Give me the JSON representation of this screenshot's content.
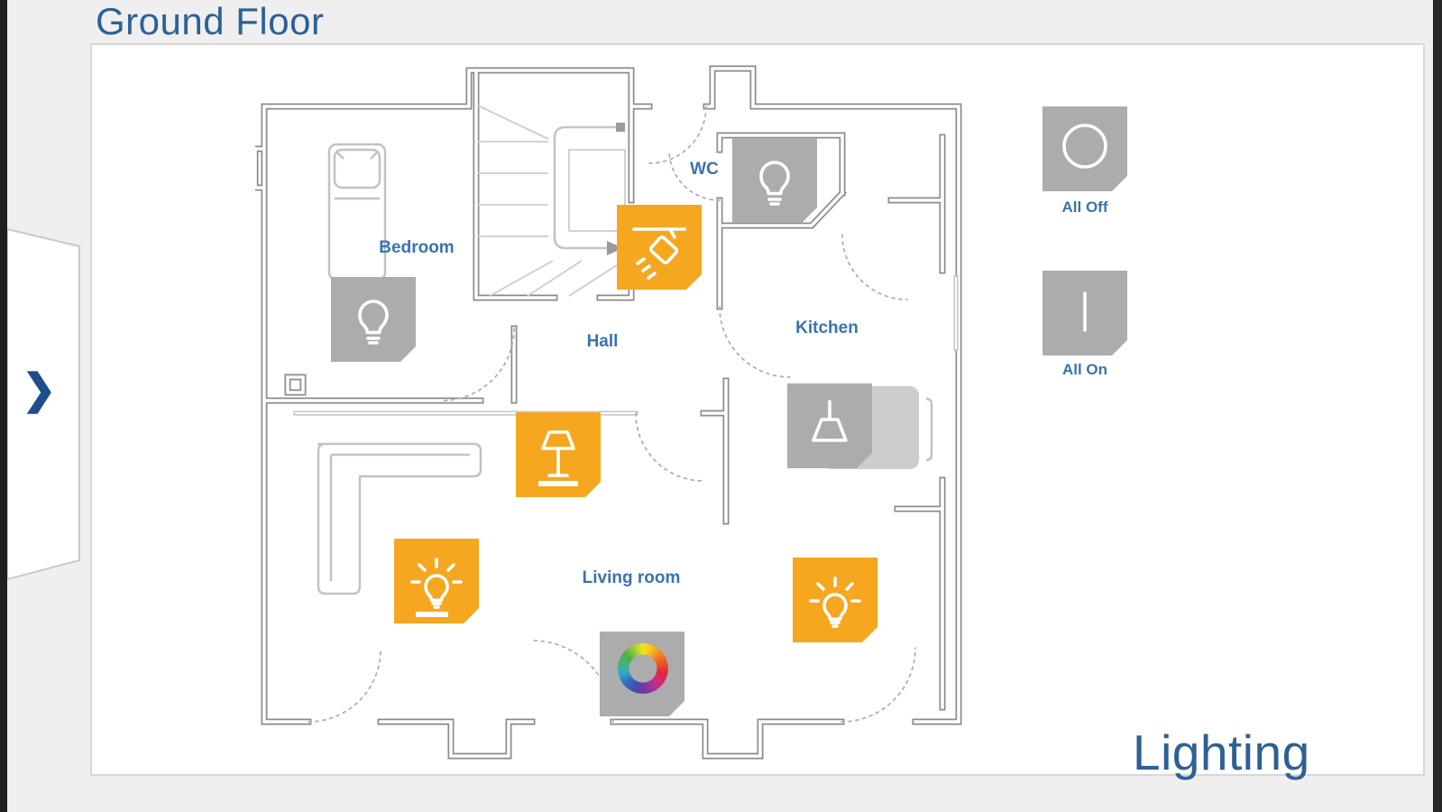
{
  "page": {
    "title": "Ground Floor",
    "category": "Lighting"
  },
  "sidebar": {
    "expand_glyph": "❯"
  },
  "rooms": {
    "bedroom": "Bedroom",
    "hall": "Hall",
    "wc": "WC",
    "kitchen": "Kitchen",
    "living": "Living room"
  },
  "actions": {
    "all_off": "All Off",
    "all_on": "All On"
  },
  "lights": [
    {
      "name": "bedroom-ceiling-light",
      "room": "Bedroom",
      "icon": "bulb-icon",
      "state": "off"
    },
    {
      "name": "wc-light",
      "room": "WC",
      "icon": "bulb-icon",
      "state": "off"
    },
    {
      "name": "stairs-spotlight",
      "room": "Hall",
      "icon": "spotlight-icon",
      "state": "on"
    },
    {
      "name": "hall-floor-lamp",
      "room": "Hall",
      "icon": "floor-lamp-icon",
      "state": "on",
      "dimmable": true
    },
    {
      "name": "kitchen-pendant-light",
      "room": "Kitchen",
      "icon": "pendant-lamp-icon",
      "state": "off"
    },
    {
      "name": "living-room-lamp-left",
      "room": "Living room",
      "icon": "glowing-bulb-icon",
      "state": "on",
      "dimmable": true
    },
    {
      "name": "living-room-lamp-right",
      "room": "Living room",
      "icon": "glowing-bulb-icon",
      "state": "on"
    },
    {
      "name": "living-room-color-light",
      "room": "Living room",
      "icon": "color-wheel-icon",
      "state": "off"
    }
  ],
  "colors": {
    "accent_orange": "#F5A71F",
    "inactive_gray": "#ACACAC",
    "label_blue": "#3A73AE",
    "heading_blue": "#2E6095",
    "chevron_navy": "#1D4E8A",
    "background": "#EFEFEF"
  }
}
